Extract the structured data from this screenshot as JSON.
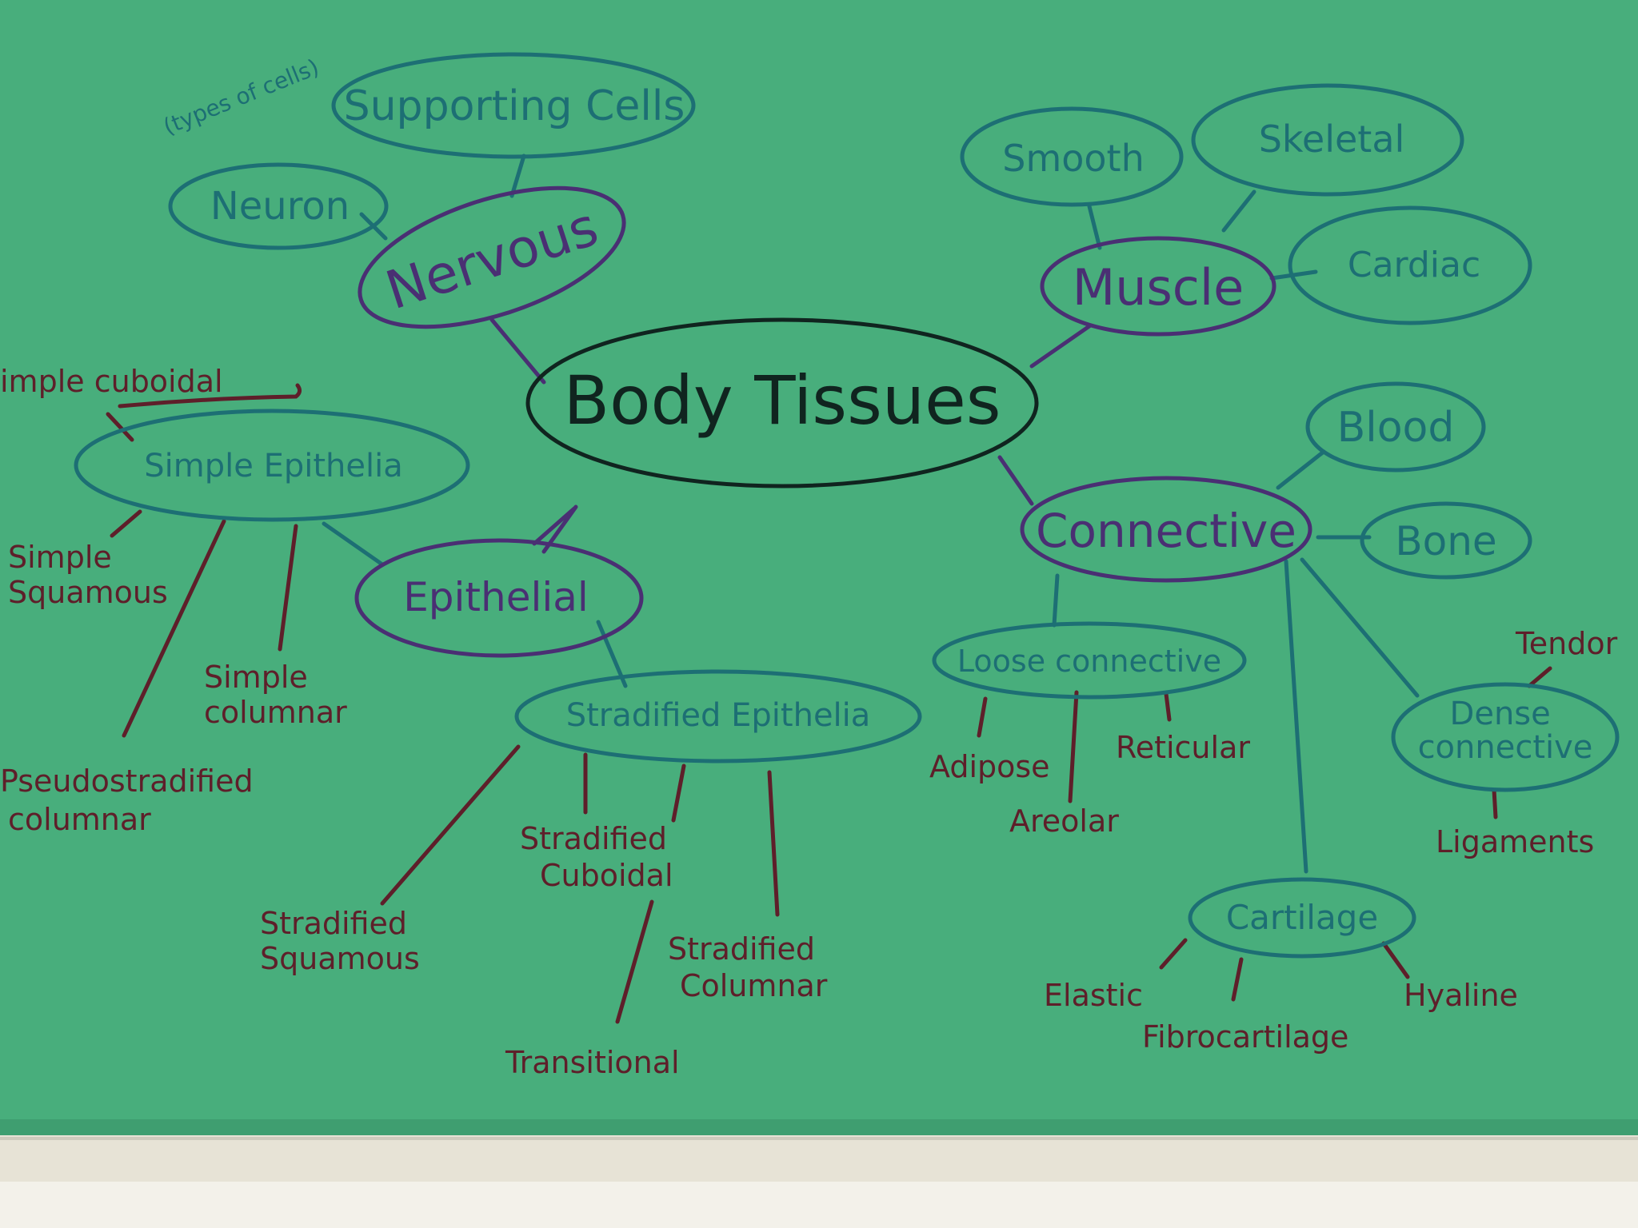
{
  "colors": {
    "paper": "#48ae7c",
    "paper_edge": "#3f9e70",
    "ledge": "#e7e3d6",
    "ledge_shadow": "#cfcbbd",
    "teal_ink": "#1d6f74",
    "purple_ink": "#4a2f73",
    "black_ink": "#10241f",
    "maroon_ink": "#5e1f2a"
  },
  "top_partial_text": "",
  "nodes": {
    "body_tissues": "Body Tissues",
    "nervous": "Nervous",
    "supporting_cells": "Supporting Cells",
    "types_of_cells": "(types of cells)",
    "neuron": "Neuron",
    "muscle": "Muscle",
    "smooth": "Smooth",
    "skeletal": "Skeletal",
    "cardiac": "Cardiac",
    "connective": "Connective",
    "blood": "Blood",
    "bone": "Bone",
    "loose_connective": "Loose connective",
    "dense_connective": "Dense connective",
    "cartilage": "Cartilage",
    "epithelial": "Epithelial",
    "simple_epithelia": "Simple Epithelia",
    "stratified_epithelia": "Stradified Epithelia"
  },
  "leaves": {
    "simple_cuboidal": "imple cuboidal",
    "simple_squamous": "Simple Squamous",
    "simple_columnar": "Simple columnar",
    "pseudostratified_columnar": "Pseudostradified columnar",
    "stratified_squamous": "Stradified Squamous",
    "stratified_cuboidal": "Stradified Cuboidal",
    "stratified_columnar": "Stradified Columnar",
    "transitional": "Transitional",
    "adipose": "Adipose",
    "areolar": "Areolar",
    "reticular": "Reticular",
    "tendons": "Tendor",
    "ligaments": "Ligaments",
    "elastic": "Elastic",
    "fibrocartilage": "Fibrocartilage",
    "hyaline": "Hyaline"
  }
}
